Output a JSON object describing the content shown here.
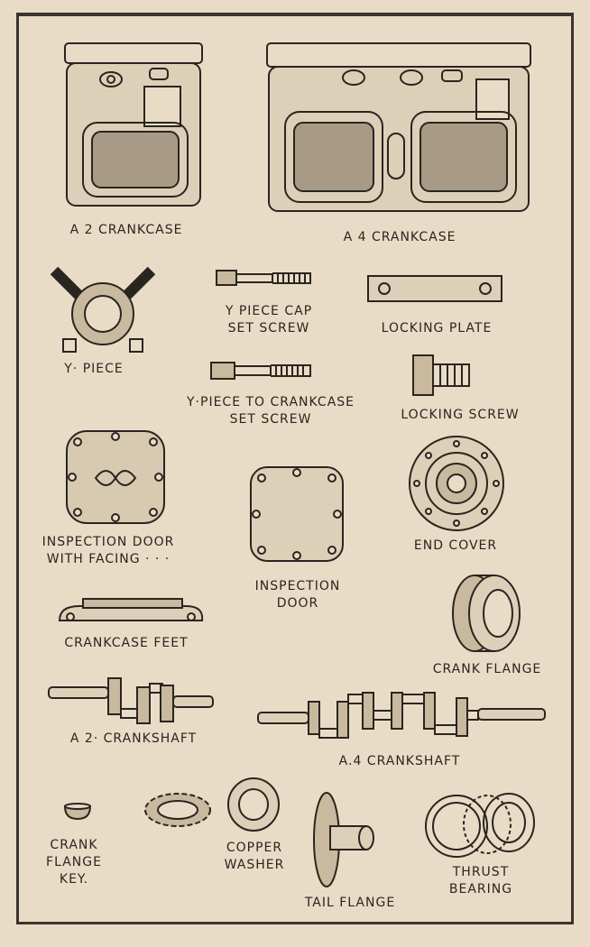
{
  "parts": {
    "a2_crankcase": "A 2  CRANKCASE",
    "a4_crankcase": "A 4  CRANKCASE",
    "y_piece": "Y· PIECE",
    "y_piece_cap_set_screw": [
      "Y PIECE CAP",
      "SET SCREW"
    ],
    "locking_plate": "LOCKING PLATE",
    "y_piece_to_crankcase_set_screw": [
      "Y·PIECE TO CRANKCASE",
      "SET SCREW"
    ],
    "locking_screw": "LOCKING SCREW",
    "inspection_door_with_facing": [
      "INSPECTION DOOR",
      "WITH FACING · · ·"
    ],
    "end_cover": "END COVER",
    "inspection_door": [
      "INSPECTION",
      "DOOR"
    ],
    "crankcase_feet": "CRANKCASE  FEET",
    "crank_flange": "CRANK  FLANGE",
    "a2_crankshaft": "A 2·  CRANKSHAFT",
    "a4_crankshaft": "A.4  CRANKSHAFT",
    "crank_flange_key": [
      "CRANK",
      "FLANGE",
      "KEY."
    ],
    "copper_washer": [
      "COPPER",
      "WASHER"
    ],
    "thrust_bearing": [
      "THRUST",
      "BEARING"
    ],
    "tail_flange": "TAIL FLANGE"
  },
  "colors": {
    "paper": "#e9dcc6",
    "ink": "#2a2520"
  }
}
